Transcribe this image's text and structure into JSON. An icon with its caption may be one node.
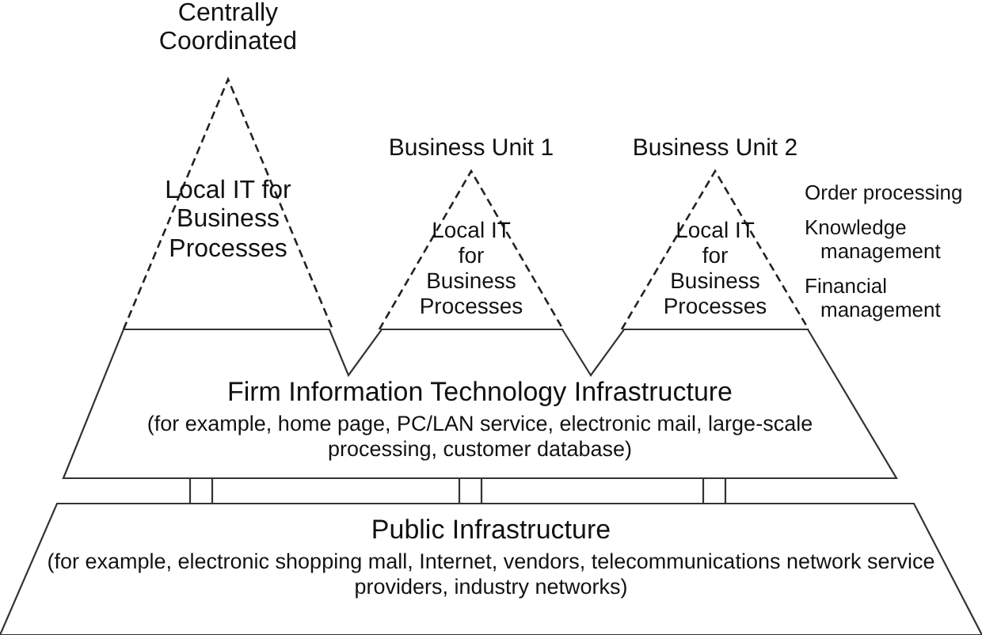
{
  "diagram": {
    "nodes": [
      {
        "text": [
          "Centrally Coordinated",
          "Local IT for Business Processes"
        ]
      },
      {
        "text": [
          "Business Unit 1",
          "Local IT for Business Processes"
        ]
      },
      {
        "text": [
          "Business Unit 2",
          "Local IT for Business Processes"
        ]
      },
      {
        "text": [
          "Firm Information Technology Infrastructure",
          "(for example, home page, PC/LAN service, electronic mail, large-scale processing, customer database)"
        ]
      },
      {
        "text": [
          "Public Infrastructure",
          "(for example, electronic shopping mall, Internet, vendors, telecommunications network service providers, industry networks)"
        ]
      }
    ],
    "edges": [
      {
        "from": 3,
        "to": 4,
        "arrow": "none"
      },
      {
        "from": 3,
        "to": 4,
        "arrow": "none"
      },
      {
        "from": 3,
        "to": 4,
        "arrow": "none"
      }
    ],
    "labels": [
      "Order processing",
      "Knowledge management",
      "Financial management"
    ]
  }
}
